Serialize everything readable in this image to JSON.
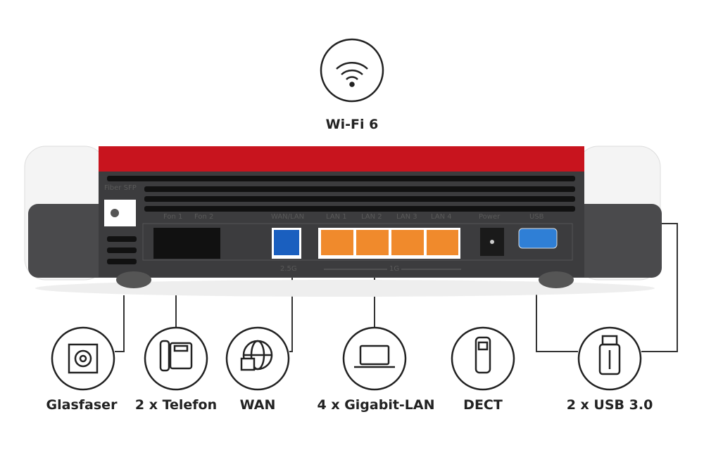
{
  "top_feature": {
    "label": "Wi-Fi 6",
    "icon": "wifi-icon"
  },
  "router": {
    "port_labels": [
      "Fiber SFP",
      "Fon 1",
      "Fon 2",
      "WAN/LAN",
      "LAN 1",
      "LAN 2",
      "LAN 3",
      "LAN 4",
      "Power",
      "USB"
    ],
    "speed_labels": [
      "2.5G",
      "1G"
    ],
    "colors": {
      "top": "#c8141e",
      "body": "#3c3c3e",
      "wan_port": "#1a5fbf",
      "lan_port": "#f08a2c",
      "usb_port": "#2f7fd6"
    }
  },
  "features": [
    {
      "label": "Glasfaser",
      "icon": "fiber-port-icon"
    },
    {
      "label": "2 x Telefon",
      "icon": "telephone-icon"
    },
    {
      "label": "WAN",
      "icon": "globe-icon"
    },
    {
      "label": "4 x Gigabit-LAN",
      "icon": "laptop-icon"
    },
    {
      "label": "DECT",
      "icon": "dect-phone-icon"
    },
    {
      "label": "2 x USB 3.0",
      "icon": "usb-stick-icon"
    }
  ]
}
